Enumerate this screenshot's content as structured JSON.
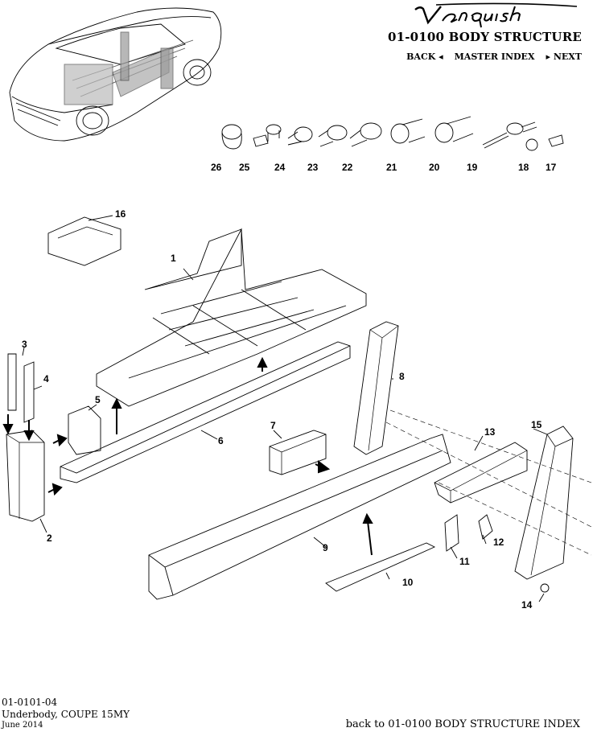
{
  "header": {
    "logo_text": "Vanquish",
    "section_title": "01-0100 BODY STRUCTURE",
    "nav": {
      "back": "BACK ◂",
      "master_index": "MASTER INDEX",
      "next": "▸ NEXT"
    }
  },
  "callouts": {
    "c1": "1",
    "c2": "2",
    "c3": "3",
    "c4": "4",
    "c5": "5",
    "c6": "6",
    "c7": "7",
    "c8": "8",
    "c9": "9",
    "c10": "10",
    "c11": "11",
    "c12": "12",
    "c13": "13",
    "c14": "14",
    "c15": "15",
    "c16": "16",
    "c17": "17",
    "c18": "18",
    "c19": "19",
    "c20": "20",
    "c21": "21",
    "c22": "22",
    "c23": "23",
    "c24": "24",
    "c25": "25",
    "c26": "26"
  },
  "footer": {
    "code": "01-0101-04",
    "description": "Underbody, COUPE 15MY",
    "date": "June 2014",
    "back_link": "back to 01-0100 BODY STRUCTURE INDEX"
  }
}
